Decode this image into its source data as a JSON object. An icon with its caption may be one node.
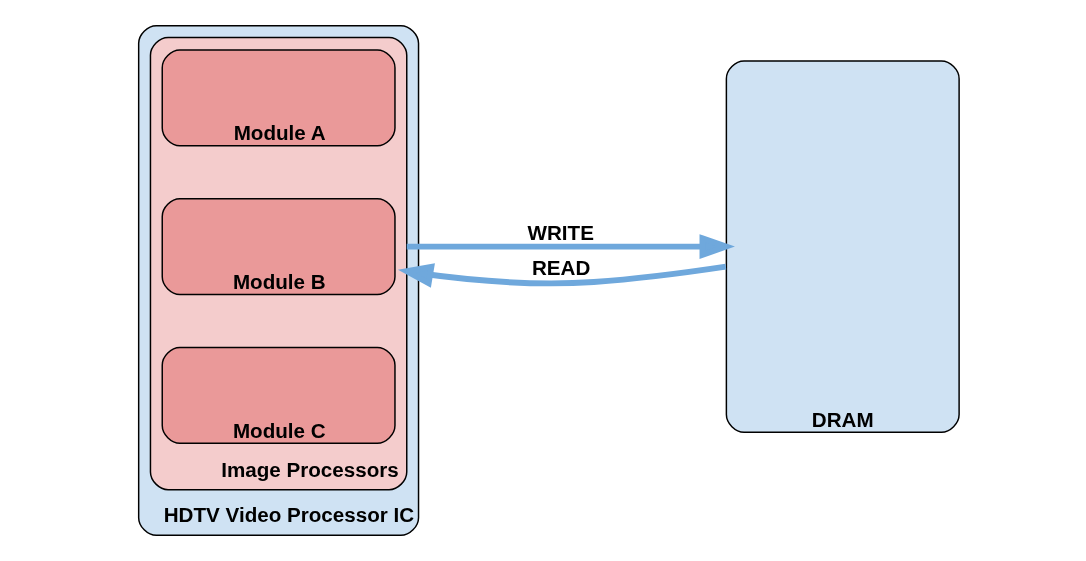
{
  "diagram": {
    "nodes": [
      {
        "text": [
          "HDTV Video Processor IC"
        ]
      },
      {
        "text": [
          "Image Processors"
        ],
        "in": 0
      },
      {
        "text": [
          "Module A"
        ],
        "in": 1
      },
      {
        "text": [
          "Module B"
        ],
        "in": 1
      },
      {
        "text": [
          "Module C"
        ],
        "in": 1
      },
      {
        "text": [
          "DRAM"
        ]
      }
    ],
    "edges": [
      {
        "from": 1,
        "to": 5,
        "arrow": "to",
        "label": "WRITE"
      },
      {
        "from": 5,
        "to": 1,
        "arrow": "to",
        "label": "READ"
      }
    ]
  }
}
